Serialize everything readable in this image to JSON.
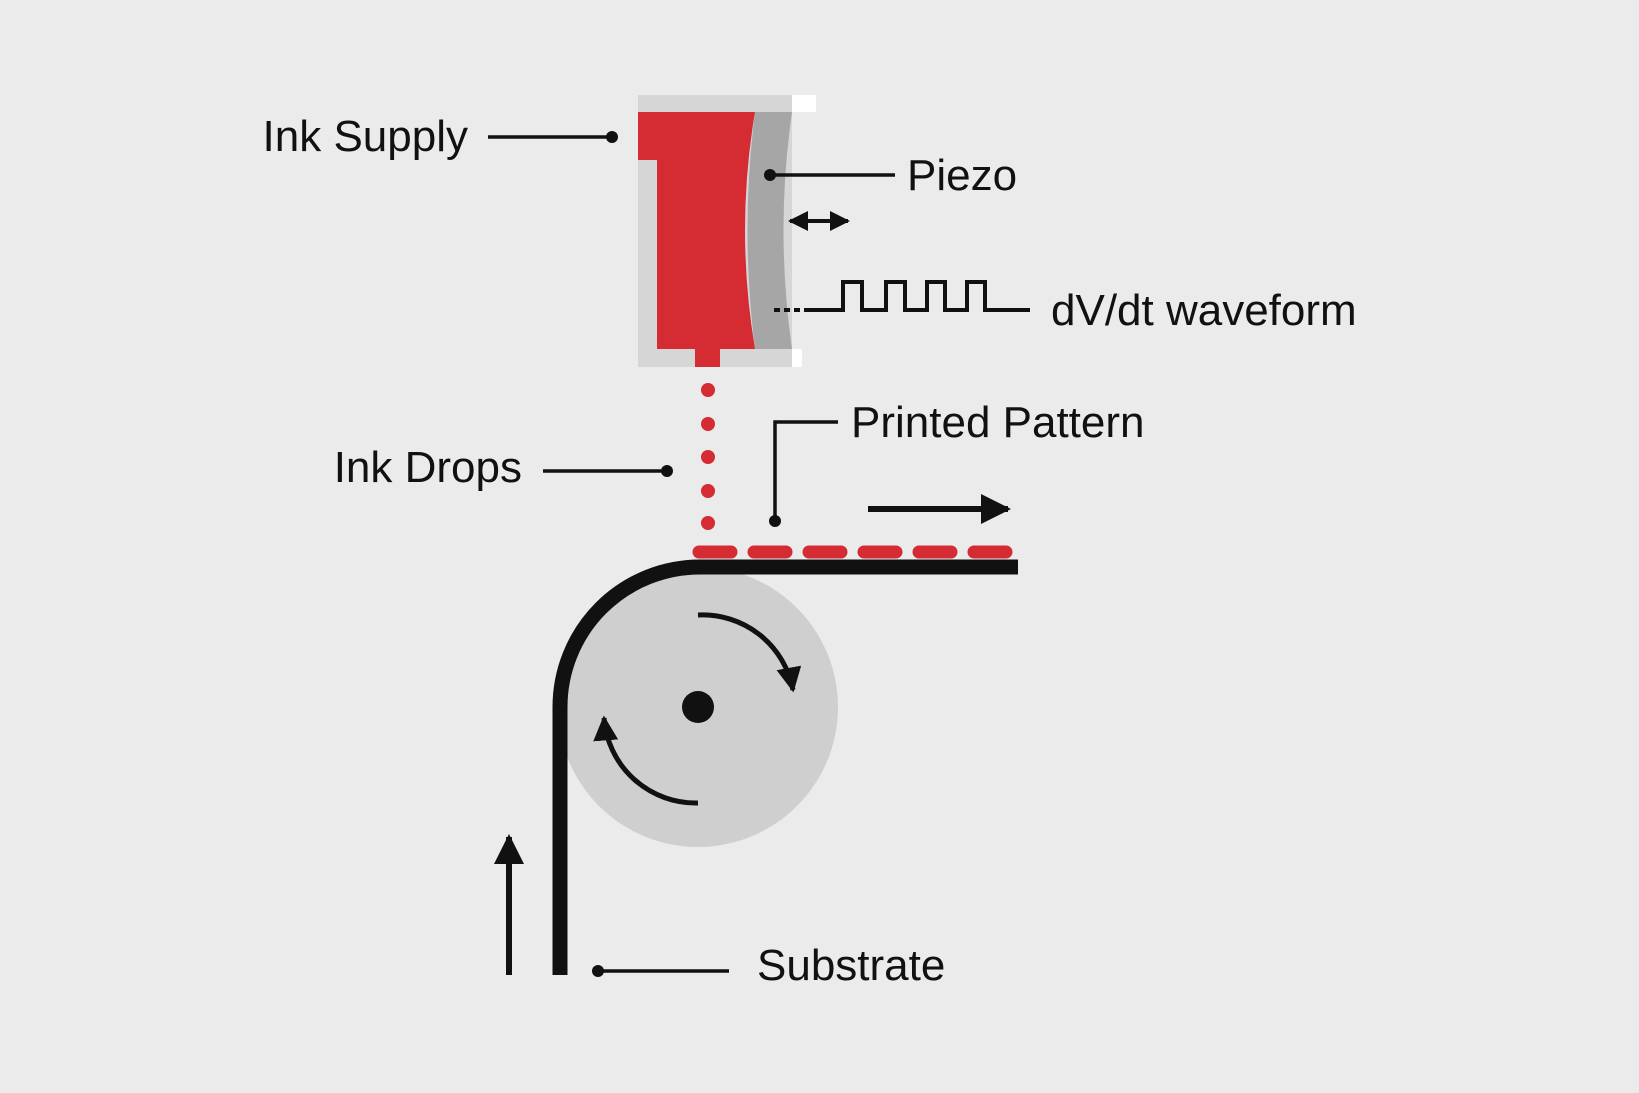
{
  "colors": {
    "background": "#EBEBEB",
    "ink": "#D52B33",
    "housing": "#D6D6D6",
    "piezo": "#A6A6A6",
    "roller": "#CFCFCF",
    "line": "#111111"
  },
  "labels": {
    "ink_supply": "Ink Supply",
    "piezo": "Piezo",
    "waveform": "dV/dt waveform",
    "printed_pattern": "Printed Pattern",
    "ink_drops": "Ink Drops",
    "substrate": "Substrate"
  },
  "icons": {
    "piezo_motion": "double-arrow-icon",
    "waveform": "square-wave-icon",
    "substrate_motion": "arrow-icon",
    "roller_rotation": "rotation-arrow-icon"
  }
}
